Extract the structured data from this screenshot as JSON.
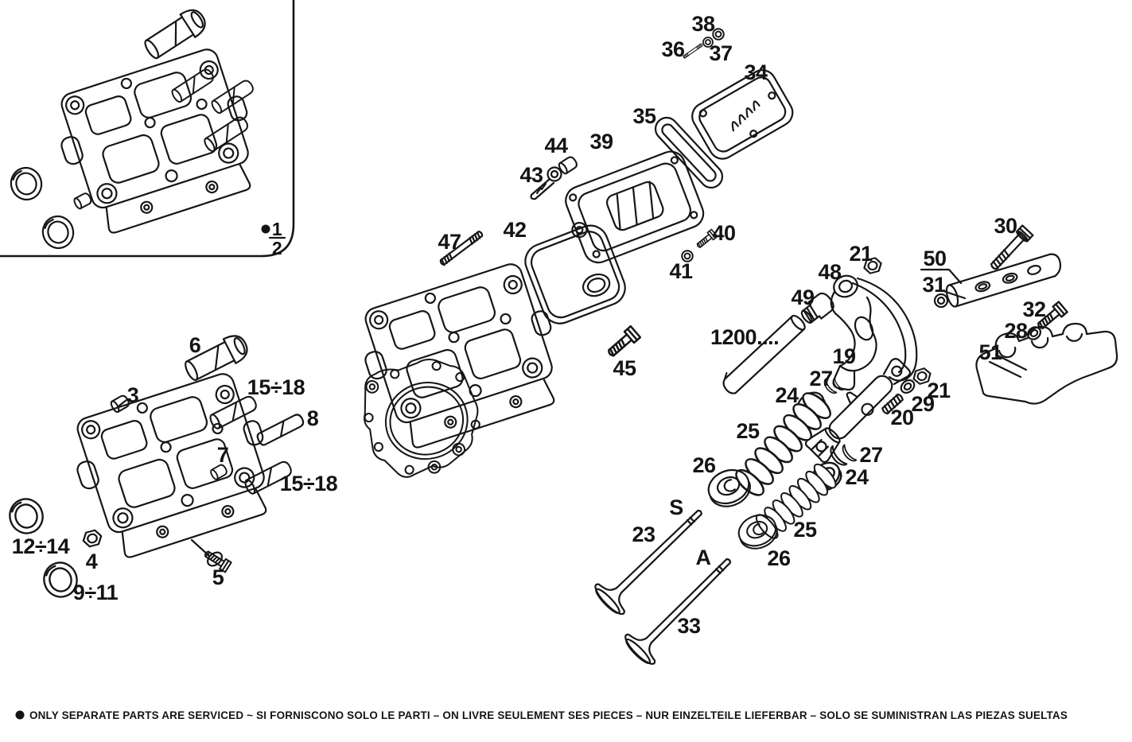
{
  "page": {
    "background": "#ffffff",
    "ink": "#161616"
  },
  "inset": {
    "marker_dot": "●",
    "fraction_numerator": "1",
    "fraction_denominator": "2"
  },
  "labels": [
    {
      "text": "36"
    },
    {
      "text": "38"
    },
    {
      "text": "37"
    },
    {
      "text": "34"
    },
    {
      "text": "35"
    },
    {
      "text": "44"
    },
    {
      "text": "39"
    },
    {
      "text": "43"
    },
    {
      "text": "47"
    },
    {
      "text": "42"
    },
    {
      "text": "40"
    },
    {
      "text": "41"
    },
    {
      "text": "30"
    },
    {
      "text": "50"
    },
    {
      "text": "31"
    },
    {
      "text": "48"
    },
    {
      "text": "21"
    },
    {
      "text": "49"
    },
    {
      "text": "1200...."
    },
    {
      "text": "32"
    },
    {
      "text": "28"
    },
    {
      "text": "51"
    },
    {
      "text": "19"
    },
    {
      "text": "27"
    },
    {
      "text": "24"
    },
    {
      "text": "25"
    },
    {
      "text": "26"
    },
    {
      "text": "21"
    },
    {
      "text": "29"
    },
    {
      "text": "20"
    },
    {
      "text": "27"
    },
    {
      "text": "24"
    },
    {
      "text": "25"
    },
    {
      "text": "26"
    },
    {
      "text": "S"
    },
    {
      "text": "23"
    },
    {
      "text": "A"
    },
    {
      "text": "33"
    },
    {
      "text": "6"
    },
    {
      "text": "3"
    },
    {
      "text": "15÷18"
    },
    {
      "text": "8"
    },
    {
      "text": "7"
    },
    {
      "text": "15÷18"
    },
    {
      "text": "12÷14"
    },
    {
      "text": "4"
    },
    {
      "text": "9÷11"
    },
    {
      "text": "5"
    },
    {
      "text": "45"
    }
  ],
  "footer": {
    "bullet": "●",
    "text": "ONLY SEPARATE PARTS ARE SERVICED ~ SI FORNISCONO SOLO LE PARTI – ON LIVRE SEULEMENT SES PIECES – NUR EINZELTEILE LIEFERBAR – SOLO SE SUMINISTRAN LAS PIEZAS SUELTAS"
  }
}
